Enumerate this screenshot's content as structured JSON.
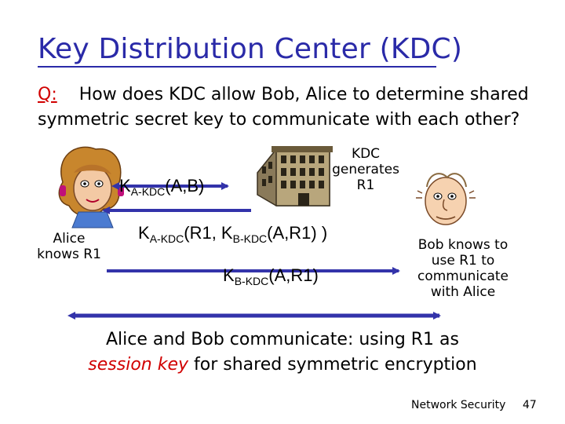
{
  "slide": {
    "title": "Key Distribution Center (KDC)",
    "question_label": "Q:",
    "question_line1": "How does KDC allow Bob, Alice to determine shared",
    "question_line2": "symmetric secret key to communicate with each other?"
  },
  "nodes": {
    "kdc_note_line1": "KDC",
    "kdc_note_line2": "generates",
    "kdc_note_line3": "R1",
    "alice_note_line1": "Alice",
    "alice_note_line2": "knows R1",
    "bob_note_line1": "Bob knows to",
    "bob_note_line2": "use R1 to",
    "bob_note_line3": "communicate",
    "bob_note_line4": "with Alice"
  },
  "messages": {
    "m1_k": "K",
    "m1_sub": "A-KDC",
    "m1_args": "(A,B)",
    "m2_k": "K",
    "m2_sub": "A-KDC",
    "m2_mid": "(R1, K",
    "m2_sub2": "B-KDC",
    "m2_args": "(A,R1) )",
    "m3_k": "K",
    "m3_sub": "B-KDC",
    "m3_args": "(A,R1)"
  },
  "conclusion": {
    "line1": "Alice and Bob communicate: using R1 as",
    "session_key": "session key",
    "line2_rest": " for shared symmetric encryption"
  },
  "footer": {
    "course": "Network Security",
    "page": "47"
  },
  "colors": {
    "title": "#2a2aa8",
    "arrow": "#3333aa",
    "accent_red": "#d10000"
  }
}
